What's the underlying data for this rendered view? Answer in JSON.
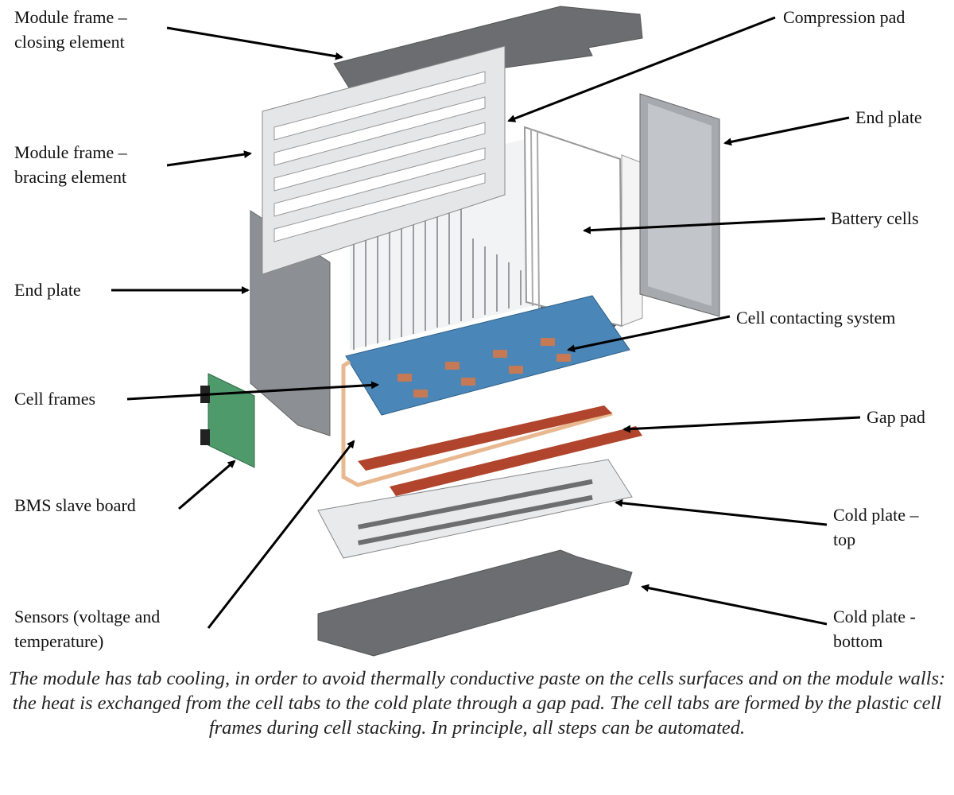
{
  "labels": {
    "closing": [
      "Module frame –",
      "closing element"
    ],
    "compression_pad": "Compression pad",
    "end_plate_right": "End plate",
    "bracing": [
      "Module frame –",
      "bracing element"
    ],
    "battery_cells": "Battery cells",
    "end_plate_left": "End plate",
    "cell_contacting": "Cell contacting system",
    "cell_frames": "Cell frames",
    "gap_pad": "Gap pad",
    "bms": "BMS slave board",
    "cold_top": [
      "Cold plate –",
      "top"
    ],
    "sensors": [
      "Sensors (voltage and",
      "temperature)"
    ],
    "cold_bottom": [
      "Cold plate -",
      "bottom"
    ]
  },
  "caption": "The module has tab cooling, in order to avoid thermally conductive paste on the cells surfaces and on the module walls: the heat is exchanged from the cell tabs to the cold plate through a gap pad. The cell tabs are formed by the plastic cell frames during cell stacking. In principle, all steps can be automated.",
  "colors": {
    "contacting": "#4a86b8",
    "gap_pad": "#b0442c",
    "board": "#4f9a6a",
    "dark_plate": "#6b6d70",
    "light_frame": "#e4e6e8"
  }
}
